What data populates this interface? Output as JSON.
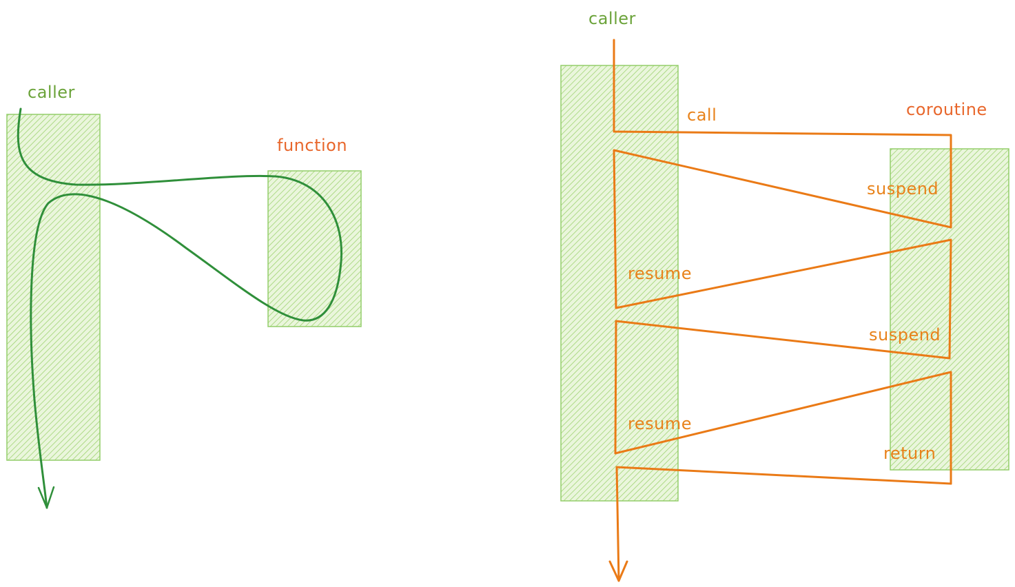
{
  "left_diagram": {
    "caller_label": "caller",
    "function_label": "function"
  },
  "right_diagram": {
    "caller_label": "caller",
    "call_label": "call",
    "coroutine_label": "coroutine",
    "suspend_label_1": "suspend",
    "resume_label_1": "resume",
    "suspend_label_2": "suspend",
    "resume_label_2": "resume",
    "return_label": "return"
  },
  "colors": {
    "box_fill": "#c9e8a8",
    "box_stroke": "#93cd6a",
    "caller_text": "#6ba33a",
    "function_text": "#e8672c",
    "orange_flow": "#ea7a16",
    "green_flow": "#2f8f3a"
  }
}
